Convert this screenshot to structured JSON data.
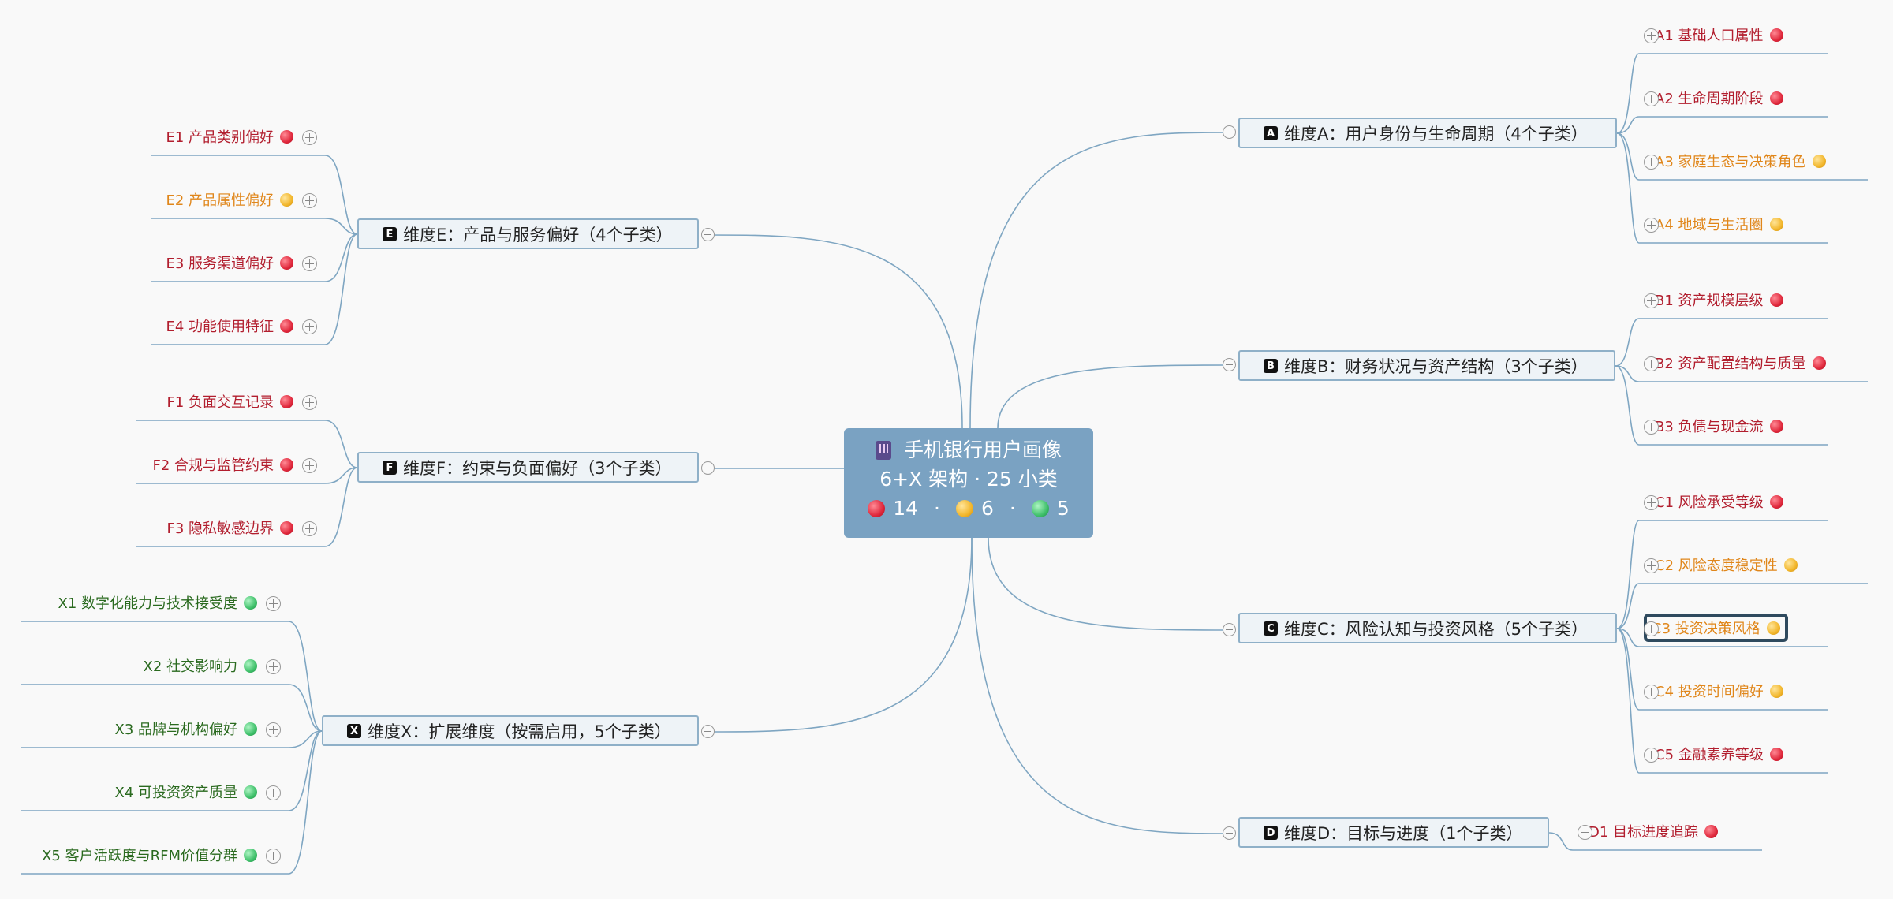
{
  "center": {
    "title": "手机银行用户画像",
    "subtitle": "6+X 架构 · 25 小类",
    "counts": {
      "red": "14",
      "yellow": "6",
      "green": "5"
    },
    "separator": "·"
  },
  "branches": {
    "A": {
      "badge": "A",
      "label": "维度A：用户身份与生命周期（4个子类）",
      "leaves": [
        {
          "label": "A1 基础人口属性",
          "status": "red"
        },
        {
          "label": "A2 生命周期阶段",
          "status": "red"
        },
        {
          "label": "A3 家庭生态与决策角色",
          "status": "yellow"
        },
        {
          "label": "A4 地域与生活圈",
          "status": "yellow"
        }
      ]
    },
    "B": {
      "badge": "B",
      "label": "维度B：财务状况与资产结构（3个子类）",
      "leaves": [
        {
          "label": "B1 资产规模层级",
          "status": "red"
        },
        {
          "label": "B2 资产配置结构与质量",
          "status": "red"
        },
        {
          "label": "B3 负债与现金流",
          "status": "red"
        }
      ]
    },
    "C": {
      "badge": "C",
      "label": "维度C：风险认知与投资风格（5个子类）",
      "leaves": [
        {
          "label": "C1 风险承受等级",
          "status": "red"
        },
        {
          "label": "C2 风险态度稳定性",
          "status": "yellow"
        },
        {
          "label": "C3 投资决策风格",
          "status": "yellow",
          "selected": true
        },
        {
          "label": "C4 投资时间偏好",
          "status": "yellow"
        },
        {
          "label": "C5 金融素养等级",
          "status": "red"
        }
      ]
    },
    "D": {
      "badge": "D",
      "label": "维度D：目标与进度（1个子类）",
      "leaves": [
        {
          "label": "D1 目标进度追踪",
          "status": "red"
        }
      ]
    },
    "E": {
      "badge": "E",
      "label": "维度E：产品与服务偏好（4个子类）",
      "leaves": [
        {
          "label": "E1 产品类别偏好",
          "status": "red"
        },
        {
          "label": "E2 产品属性偏好",
          "status": "yellow"
        },
        {
          "label": "E3 服务渠道偏好",
          "status": "red"
        },
        {
          "label": "E4 功能使用特征",
          "status": "red"
        }
      ]
    },
    "F": {
      "badge": "F",
      "label": "维度F：约束与负面偏好（3个子类）",
      "leaves": [
        {
          "label": "F1 负面交互记录",
          "status": "red"
        },
        {
          "label": "F2 合规与监管约束",
          "status": "red"
        },
        {
          "label": "F3 隐私敏感边界",
          "status": "red"
        }
      ]
    },
    "X": {
      "badge": "X",
      "label": "维度X：扩展维度（按需启用，5个子类）",
      "leaves": [
        {
          "label": "X1 数字化能力与技术接受度",
          "status": "green"
        },
        {
          "label": "X2 社交影响力",
          "status": "green"
        },
        {
          "label": "X3 品牌与机构偏好",
          "status": "green"
        },
        {
          "label": "X4 可投资资产质量",
          "status": "green"
        },
        {
          "label": "X5 客户活跃度与RFM价值分群",
          "status": "green"
        }
      ]
    }
  },
  "colors": {
    "red": "#b21e2e",
    "yellow": "#e0861a",
    "green": "#2a6a1f",
    "line": "#7fa6c2",
    "center_bg": "#7aa2c2"
  }
}
